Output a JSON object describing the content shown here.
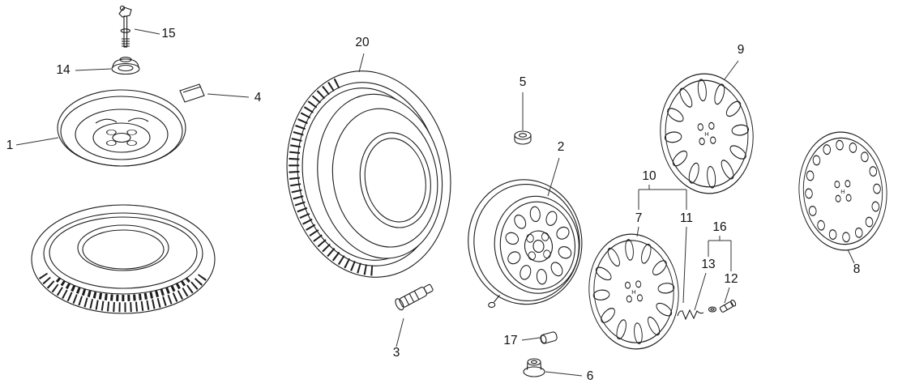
{
  "callouts": {
    "spare_rim": "1",
    "steel_wheel": "2",
    "tire_valve": "3",
    "weight_label": "4",
    "wheel_nut_upper": "5",
    "lug_nut": "6",
    "wheel_cover_lower": "7",
    "wheel_cover_right": "8",
    "wheel_cover_upper": "9",
    "wheel_cover_set": "10",
    "cover_clip_set": "11",
    "valve_small": "12",
    "valve_clip": "13",
    "valve_cap": "14",
    "valve_core": "15",
    "valve_kit": "16",
    "balance_weight": "17",
    "tire": "20"
  },
  "brand_mark": "H"
}
